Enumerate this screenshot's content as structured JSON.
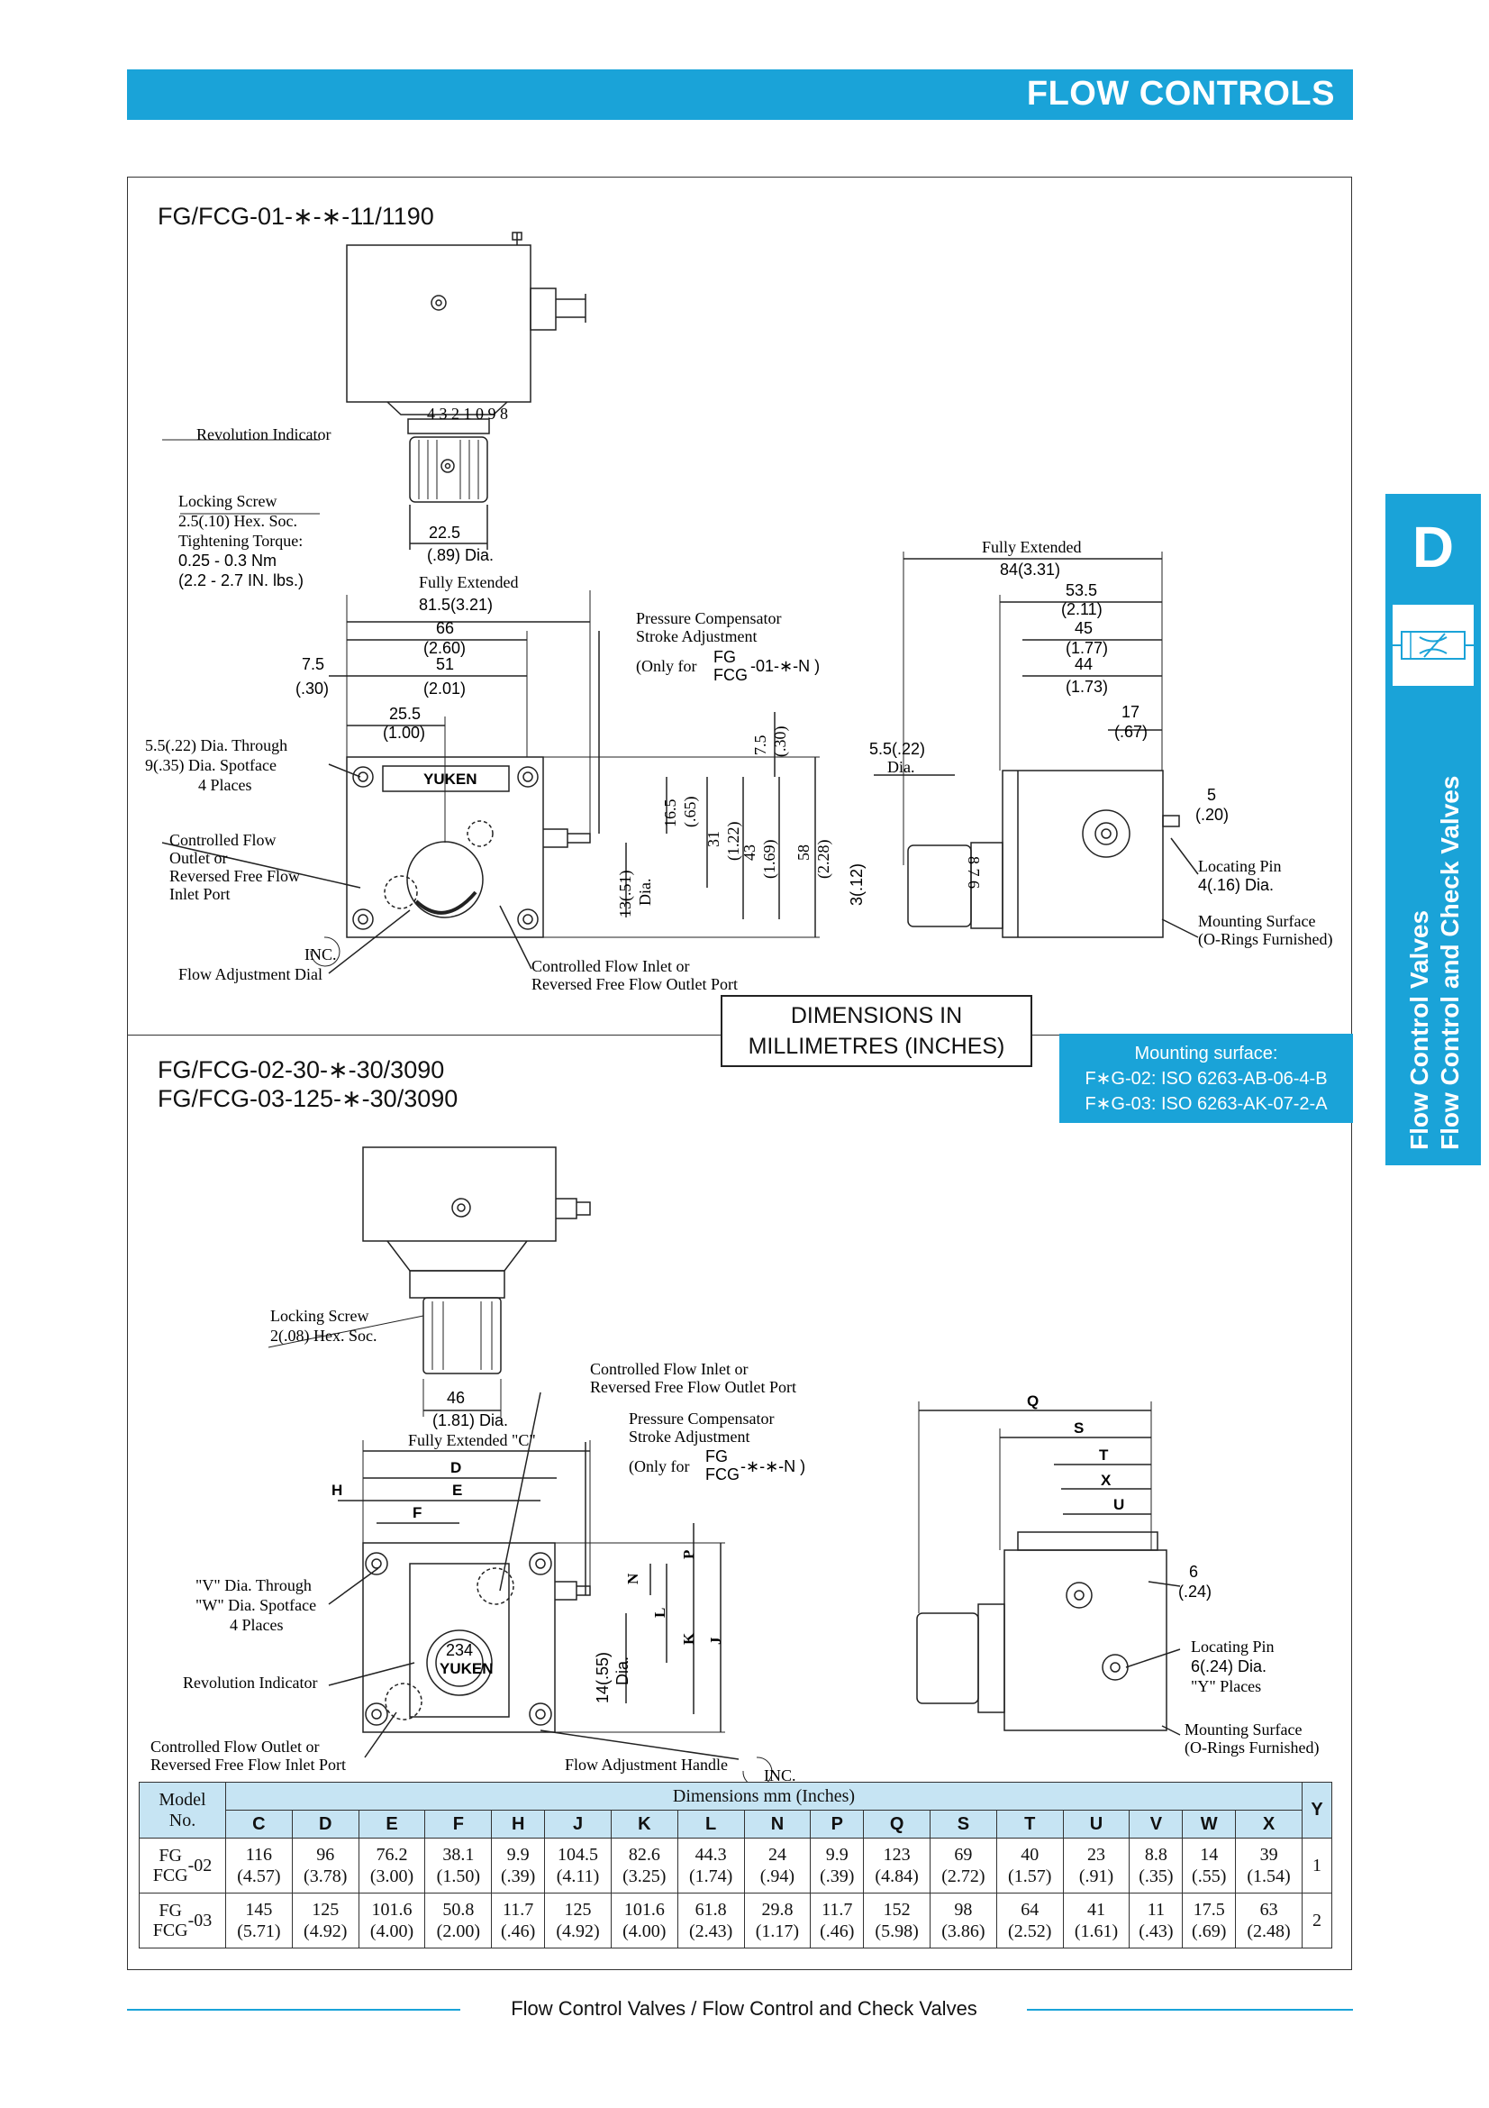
{
  "header": {
    "title": "FLOW CONTROLS"
  },
  "side_tab": {
    "letter": "D",
    "icon": "flow-control-valve-symbol",
    "line1": "Flow Control Valves",
    "line2": "Flow Control and Check Valves"
  },
  "section1": {
    "model": "FG/FCG-01-∗-∗-11/1190",
    "front": {
      "revolution_indicator": "Revolution Indicator",
      "dial_digits": "4 3 2 1 0 9 8",
      "locking_screw": "Locking Screw",
      "locking_hex": "2.5(.10) Hex. Soc.",
      "tightening_torque": "Tightening Torque:",
      "torque_nm": "0.25 - 0.3 Nm",
      "torque_in": "(2.2 - 2.7 IN. lbs.)",
      "knob_dia_mm": "22.5",
      "knob_dia_in": "(.89)  Dia.",
      "fully_extended": "Fully Extended",
      "fe_value": "81.5(3.21)",
      "d66": "66",
      "d66_in": "(2.60)",
      "d51": "51",
      "d51_in": "(2.01)",
      "d7_5": "7.5",
      "d7_5_in": "(.30)",
      "d25_5": "25.5",
      "d25_5_in": "(1.00)",
      "holes1": "5.5(.22) Dia. Through",
      "holes2": "9(.35) Dia. Spotface",
      "holes3": "4 Places",
      "pc_title": "Pressure Compensator",
      "pc_title2": "Stroke Adjustment",
      "pc_only": "(Only for",
      "pc_fg": "FG",
      "pc_fcg": "FCG",
      "pc_code": "-01-∗-N )",
      "brand": "YUKEN",
      "outlet1": "Controlled Flow",
      "outlet2": "Outlet or",
      "outlet3": "Reversed Free Flow",
      "outlet4": "Inlet Port",
      "inc": "INC.",
      "flow_dial": "Flow Adjustment Dial",
      "inlet1": "Controlled Flow Inlet or",
      "inlet2": "Reversed Free Flow Outlet Port",
      "v7_5": "7.5",
      "v7_5_in": "(.30)",
      "v16_5": "16.5",
      "v16_5_in": "(.65)",
      "v31": "31",
      "v31_in": "(1.22)",
      "v43": "43",
      "v43_in": "(1.69)",
      "v58": "58",
      "v58_in": "(2.28)",
      "v13": "13(.51)",
      "v13_dia": "Dia."
    },
    "side": {
      "fully_extended": "Fully Extended",
      "fe_value": "84(3.31)",
      "d53_5": "53.5",
      "d53_5_in": "(2.11)",
      "d45": "45",
      "d45_in": "(1.77)",
      "d44": "44",
      "d44_in": "(1.73)",
      "d17": "17",
      "d17_in": "(.67)",
      "d5_5": "5.5(.22)",
      "d5_5_dia": "Dia.",
      "d5": "5",
      "d5_in": "(.20)",
      "v3": "3(.12)",
      "dial_digits": "8 7 6",
      "pin1": "Locating Pin",
      "pin2": "4(.16) Dia.",
      "ms1": "Mounting Surface",
      "ms2": "(O-Rings Furnished)"
    }
  },
  "dim_note": {
    "line1": "DIMENSIONS IN",
    "line2": "MILLIMETRES (INCHES)"
  },
  "mounting": {
    "title": "Mounting surface:",
    "line1": "F∗G-02: ISO 6263-AB-06-4-B",
    "line2": "F∗G-03: ISO 6263-AK-07-2-A"
  },
  "section2": {
    "model1": "FG/FCG-02-30-∗-30/3090",
    "model2": "FG/FCG-03-125-∗-30/3090",
    "front": {
      "locking_screw": "Locking Screw",
      "locking_hex": "2(.08) Hex. Soc.",
      "knob_dia_mm": "46",
      "knob_dia_in": "(1.81)  Dia.",
      "inlet1": "Controlled Flow Inlet or",
      "inlet2": "Reversed Free Flow Outlet Port",
      "pc_title": "Pressure Compensator",
      "pc_title2": "Stroke Adjustment",
      "pc_only": "(Only for",
      "pc_fg": "FG",
      "pc_fcg": "FCG",
      "pc_code": "-∗-∗-N )",
      "fully_extended": "Fully Extended \"C\"",
      "D": "D",
      "E": "E",
      "F": "F",
      "H": "H",
      "P": "P",
      "N": "N",
      "L": "L",
      "K": "K",
      "J": "J",
      "v_dia": "\"V\" Dia. Through",
      "w_dia": "\"W\" Dia. Spotface",
      "places": "4 Places",
      "revolution_indicator": "Revolution Indicator",
      "indicator_value": "234",
      "brand": "YUKEN",
      "v14": "14(.55)",
      "v14_dia": "Dia.",
      "outlet1": "Controlled Flow Outlet or",
      "outlet2": "Reversed Free Flow Inlet Port",
      "handle": "Flow Adjustment Handle",
      "inc": "INC."
    },
    "side": {
      "Q": "Q",
      "S": "S",
      "T": "T",
      "X": "X",
      "U": "U",
      "d6": "6",
      "d6_in": "(.24)",
      "pin1": "Locating Pin",
      "pin2": "6(.24) Dia.",
      "pin3": "\"Y\" Places",
      "ms1": "Mounting Surface",
      "ms2": "(O-Rings Furnished)"
    }
  },
  "table": {
    "model_header_1": "Model",
    "model_header_2": "No.",
    "dims_header": "Dimensions     mm (Inches)",
    "y_header": "Y",
    "columns": [
      "C",
      "D",
      "E",
      "F",
      "H",
      "J",
      "K",
      "L",
      "N",
      "P",
      "Q",
      "S",
      "T",
      "U",
      "V",
      "W",
      "X"
    ],
    "rows": [
      {
        "model_fg": "FG",
        "model_fcg": "FCG",
        "size": "-02",
        "mm": [
          "116",
          "96",
          "76.2",
          "38.1",
          "9.9",
          "104.5",
          "82.6",
          "44.3",
          "24",
          "9.9",
          "123",
          "69",
          "40",
          "23",
          "8.8",
          "14",
          "39"
        ],
        "inch": [
          "(4.57)",
          "(3.78)",
          "(3.00)",
          "(1.50)",
          "(.39)",
          "(4.11)",
          "(3.25)",
          "(1.74)",
          "(.94)",
          "(.39)",
          "(4.84)",
          "(2.72)",
          "(1.57)",
          "(.91)",
          "(.35)",
          "(.55)",
          "(1.54)"
        ],
        "y": "1"
      },
      {
        "model_fg": "FG",
        "model_fcg": "FCG",
        "size": "-03",
        "mm": [
          "145",
          "125",
          "101.6",
          "50.8",
          "11.7",
          "125",
          "101.6",
          "61.8",
          "29.8",
          "11.7",
          "152",
          "98",
          "64",
          "41",
          "11",
          "17.5",
          "63"
        ],
        "inch": [
          "(5.71)",
          "(4.92)",
          "(4.00)",
          "(2.00)",
          "(.46)",
          "(4.92)",
          "(4.00)",
          "(2.43)",
          "(1.17)",
          "(.46)",
          "(5.98)",
          "(3.86)",
          "(2.52)",
          "(1.61)",
          "(.43)",
          "(.69)",
          "(2.48)"
        ],
        "y": "2"
      }
    ]
  },
  "footer": {
    "text": "Flow Control Valves / Flow Control and Check Valves"
  }
}
